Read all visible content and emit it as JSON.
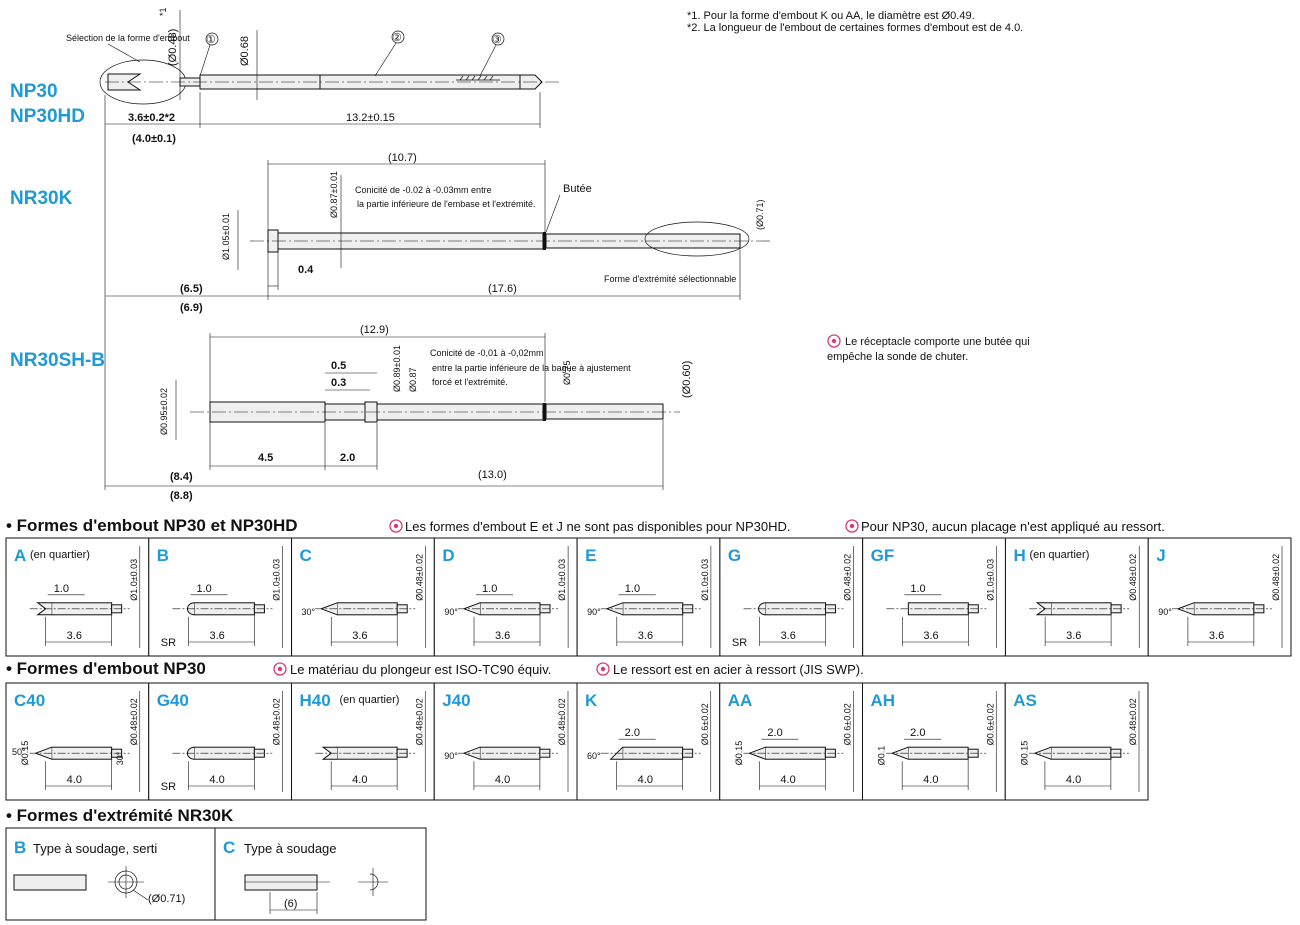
{
  "header_notes": [
    "*1. Pour la forme d'embout K ou AA, le diamètre est Ø0.49.",
    "*2. La longueur de l'embout de certaines formes d'embout est de 4.0."
  ],
  "models": {
    "np30": "NP30",
    "np30hd": "NP30HD",
    "nr30k": "NR30K",
    "nr30shb": "NR30SH-B"
  },
  "np30_drawing": {
    "tip_selection": "Sélection de la forme d'embout",
    "d048": "(Ø0.48)",
    "d048_note": "*1",
    "d068": "Ø0.68",
    "c1": "①",
    "c2": "②",
    "c3": "③",
    "len_tip": "3.6±0.2*2",
    "len_tip_alt": "(4.0±0.1)",
    "len_body": "13.2±0.15"
  },
  "nr30k_drawing": {
    "len_total_top": "(10.7)",
    "d087": "Ø0.87±0.01",
    "taper_note_1": "Conicité de -0.02 à -0.03mm entre",
    "taper_note_2": "la partie inférieure de l'embase et l'extrémité.",
    "butee": "Butée",
    "d071": "(Ø0.71)",
    "d105": "Ø1.05±0.01",
    "len_04": "0.4",
    "end_shape_sel": "Forme d'extrémité sélectionnable",
    "len_65": "(6.5)",
    "len_69": "(6.9)",
    "len_176": "(17.6)"
  },
  "nr30shb_drawing": {
    "len_129": "(12.9)",
    "len_05": "0.5",
    "len_03": "0.3",
    "d089": "Ø0.89±0.01",
    "d087": "Ø0.87",
    "taper_1": "Conicité de -0,01 à -0,02mm",
    "taper_2": "entre la partie inférieure de la bague à ajustement",
    "taper_3": "forcé et l'extrémité.",
    "d075": "Ø0.75",
    "d060": "(Ø0.60)",
    "d095": "Ø0.95±0.02",
    "len_45": "4.5",
    "len_20": "2.0",
    "len_130": "(13.0)",
    "len_84": "(8.4)",
    "len_88": "(8.8)"
  },
  "receptacle_note_1": "Le réceptacle comporte une butée qui",
  "receptacle_note_2": "empêche la sonde de chuter.",
  "section1": {
    "title": "• Formes d'embout NP30 et NP30HD",
    "note1": "Les formes d'embout E et J ne sont pas disponibles pour NP30HD.",
    "note2": "Pour NP30, aucun placage n'est appliqué au ressort.",
    "cells": [
      {
        "code": "A",
        "sub": "(en quartier)",
        "top": "1.0",
        "dia": "Ø1.0±0.03",
        "len": "3.6",
        "extra": "",
        "shape": "notch"
      },
      {
        "code": "B",
        "sub": "",
        "top": "1.0",
        "dia": "Ø1.0±0.03",
        "len": "3.6",
        "extra": "SR",
        "shape": "round"
      },
      {
        "code": "C",
        "sub": "",
        "top": "",
        "dia": "Ø0.48±0.02",
        "len": "3.6",
        "extra": "30°",
        "shape": "needle"
      },
      {
        "code": "D",
        "sub": "",
        "top": "1.0",
        "dia": "Ø1.0±0.03",
        "len": "3.6",
        "extra": "90°",
        "shape": "cone"
      },
      {
        "code": "E",
        "sub": "",
        "top": "1.0",
        "dia": "Ø1.0±0.03",
        "len": "3.6",
        "extra": "90°",
        "shape": "cone"
      },
      {
        "code": "G",
        "sub": "",
        "top": "",
        "dia": "Ø0.48±0.02",
        "len": "3.6",
        "extra": "SR",
        "shape": "round"
      },
      {
        "code": "GF",
        "sub": "",
        "top": "1.0",
        "dia": "Ø1.0±0.03",
        "len": "3.6",
        "extra": "",
        "shape": "flat"
      },
      {
        "code": "H",
        "sub": "(en quartier)",
        "top": "",
        "dia": "Ø0.48±0.02",
        "len": "3.6",
        "extra": "",
        "shape": "notch"
      },
      {
        "code": "J",
        "sub": "",
        "top": "",
        "dia": "Ø0.48±0.02",
        "len": "3.6",
        "extra": "90°",
        "shape": "cone"
      }
    ]
  },
  "section2": {
    "title": "• Formes d'embout NP30",
    "note1": "Le matériau du plongeur est ISO-TC90 équiv.",
    "note2": "Le ressort est en acier à ressort (JIS SWP).",
    "cells": [
      {
        "code": "C40",
        "sub": "",
        "top": "",
        "dia": "Ø0.48±0.02",
        "len": "4.0",
        "extra": "Ø0.15",
        "extra2": "50°",
        "extra3": "30°",
        "shape": "needle"
      },
      {
        "code": "G40",
        "sub": "",
        "top": "",
        "dia": "Ø0.48±0.02",
        "len": "4.0",
        "extra": "SR",
        "extra2": "",
        "extra3": "",
        "shape": "round"
      },
      {
        "code": "H40",
        "sub": "(en quartier)",
        "top": "",
        "dia": "Ø0.48±0.02",
        "len": "4.0",
        "extra": "",
        "extra2": "",
        "extra3": "",
        "shape": "notch"
      },
      {
        "code": "J40",
        "sub": "",
        "top": "",
        "dia": "Ø0.48±0.02",
        "len": "4.0",
        "extra": "90°",
        "extra2": "",
        "extra3": "",
        "shape": "cone"
      },
      {
        "code": "K",
        "sub": "",
        "top": "2.0",
        "dia": "Ø0.6±0.02",
        "len": "4.0",
        "extra": "60°",
        "extra2": "",
        "extra3": "",
        "shape": "bevel"
      },
      {
        "code": "AA",
        "sub": "",
        "top": "2.0",
        "dia": "Ø0.6±0.02",
        "len": "4.0",
        "extra": "Ø0.15",
        "extra2": "",
        "extra3": "",
        "shape": "cone"
      },
      {
        "code": "AH",
        "sub": "",
        "top": "2.0",
        "dia": "Ø0.6±0.02",
        "len": "4.0",
        "extra": "Ø0.1",
        "extra2": "",
        "extra3": "",
        "shape": "cone"
      },
      {
        "code": "AS",
        "sub": "",
        "top": "",
        "dia": "Ø0.48±0.02",
        "len": "4.0",
        "extra": "Ø0.15",
        "extra2": "",
        "extra3": "",
        "shape": "needle"
      }
    ]
  },
  "section3": {
    "title": "• Formes d'extrémité NR30K",
    "cells": [
      {
        "code": "B",
        "label": "Type à soudage, serti",
        "dim": "(Ø0.71)"
      },
      {
        "code": "C",
        "label": "Type à soudage",
        "dim": "(6)"
      }
    ]
  },
  "colors": {
    "accent": "#1f9ad6",
    "warning": "#d83a78",
    "part_fill": "#efefef"
  }
}
